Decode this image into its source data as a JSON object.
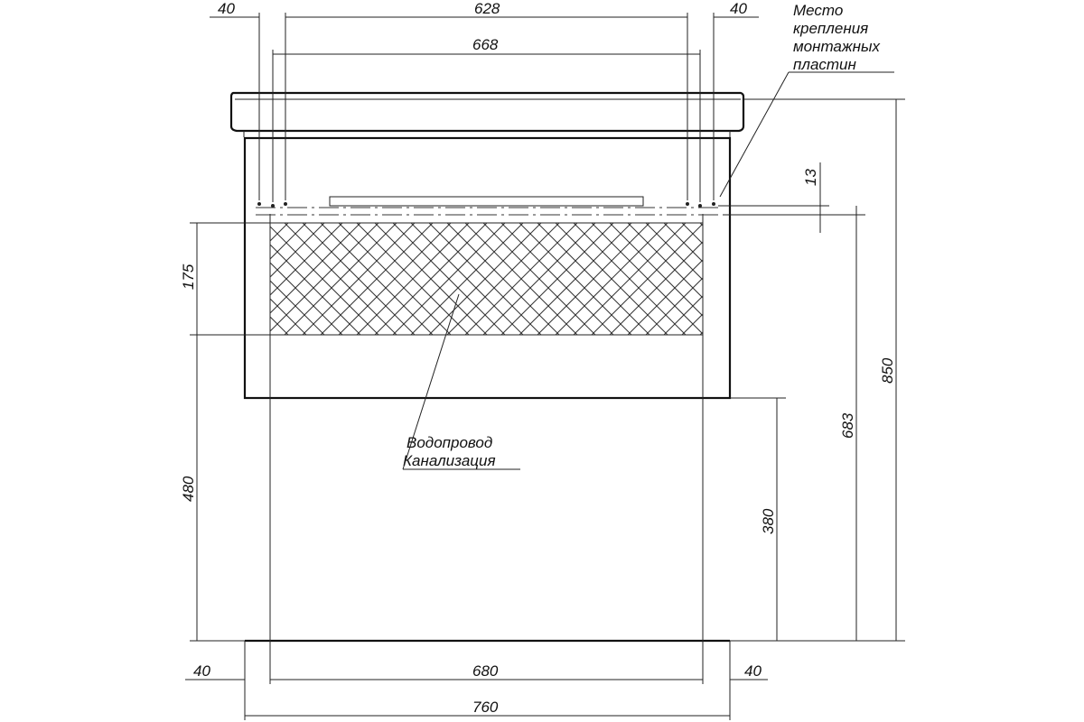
{
  "dimensions": {
    "top_left_40": "40",
    "top_628": "628",
    "top_right_40": "40",
    "top_668": "668",
    "right_13": "13",
    "left_175": "175",
    "left_480": "480",
    "right_380": "380",
    "right_683": "683",
    "right_850": "850",
    "bottom_left_40": "40",
    "bottom_680": "680",
    "bottom_right_40": "40",
    "bottom_760": "760"
  },
  "annotations": {
    "mounting_line1": "Место",
    "mounting_line2": "крепления",
    "mounting_line3": "монтажных",
    "mounting_line4": "пластин",
    "utilities_line1": "Водопровод",
    "utilities_line2": "Канализация"
  }
}
